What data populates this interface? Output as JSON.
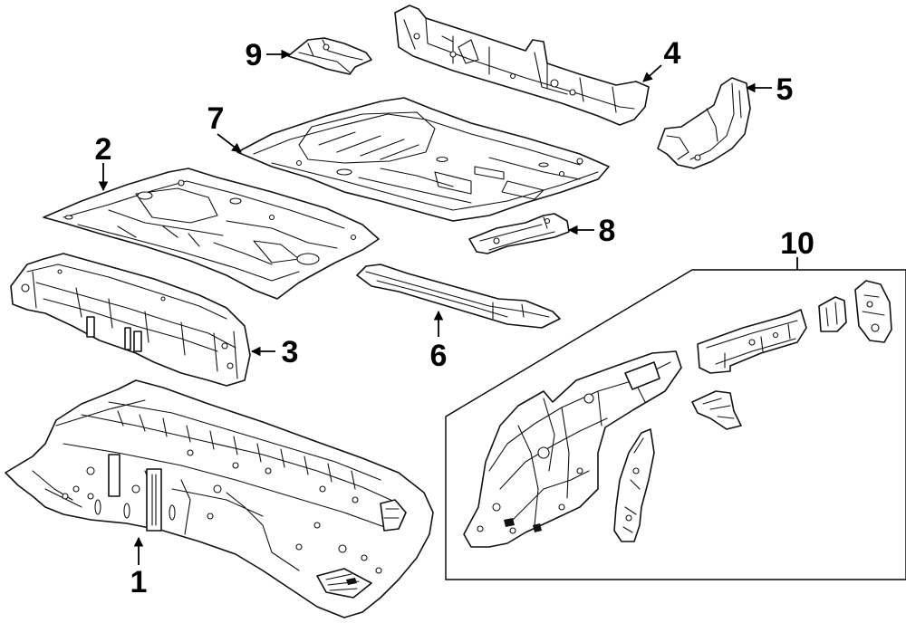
{
  "diagram": {
    "callouts": [
      {
        "id": "1",
        "label": "1"
      },
      {
        "id": "2",
        "label": "2"
      },
      {
        "id": "3",
        "label": "3"
      },
      {
        "id": "4",
        "label": "4"
      },
      {
        "id": "5",
        "label": "5"
      },
      {
        "id": "6",
        "label": "6"
      },
      {
        "id": "7",
        "label": "7"
      },
      {
        "id": "8",
        "label": "8"
      },
      {
        "id": "9",
        "label": "9"
      },
      {
        "id": "10",
        "label": "10"
      }
    ],
    "colors": {
      "line": "#111111",
      "fill": "#ffffff",
      "background": "#ffffff"
    }
  }
}
